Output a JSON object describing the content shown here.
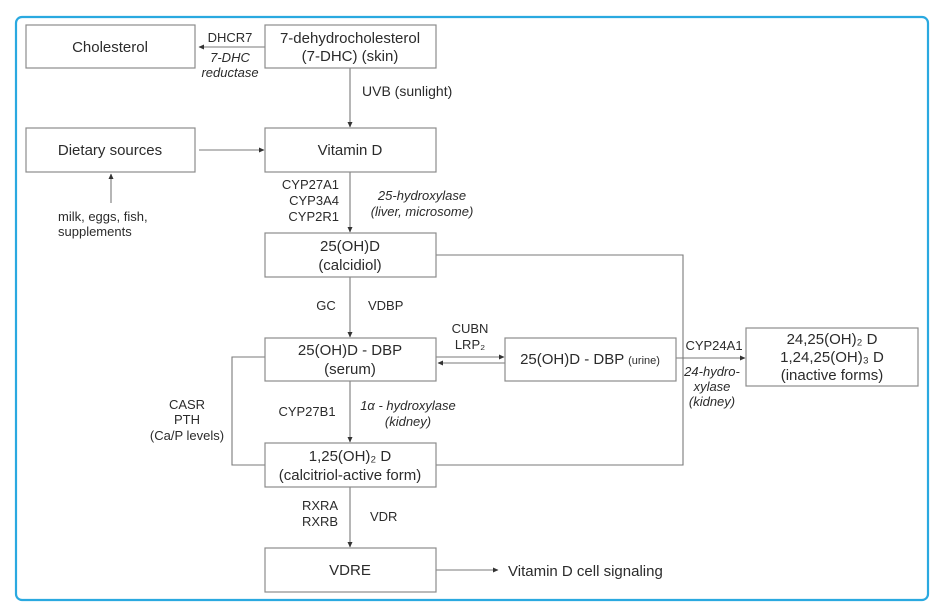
{
  "colors": {
    "frame": "#2aa9e0",
    "box_stroke": "#8c8c8c",
    "line": "#7a7a7a",
    "text": "#2b2b2b"
  },
  "nodes": {
    "cholesterol": {
      "lines": [
        "Cholesterol"
      ]
    },
    "dhc": {
      "lines": [
        "7-dehydrocholesterol",
        "(7-DHC) (skin)"
      ]
    },
    "dietary": {
      "lines": [
        "Dietary sources"
      ]
    },
    "vitamin_d": {
      "lines": [
        "Vitamin D"
      ]
    },
    "calcidiol": {
      "lines": [
        "25(OH)D",
        "(calcidiol)"
      ]
    },
    "serum": {
      "lines": [
        "25(OH)D - DBP",
        "(serum)"
      ]
    },
    "urine": {
      "main": "25(OH)D - DBP ",
      "small": "(urine)"
    },
    "inactive": {
      "lines": [
        "24,25(OH)₂ D",
        "1,24,25(OH)₃ D",
        "(inactive forms)"
      ]
    },
    "calcitriol": {
      "lines": [
        "1,25(OH)₂ D",
        "(calcitriol-active form)"
      ]
    },
    "vdre": {
      "lines": [
        "VDRE"
      ]
    },
    "signaling": {
      "lines": [
        "Vitamin D cell signaling"
      ]
    }
  },
  "labels": {
    "dhcr7": "DHCR7",
    "dhc_reductase": [
      "7-DHC",
      "reductase"
    ],
    "uvb": "UVB (sunlight)",
    "food_sources": [
      "milk, eggs, fish,",
      "supplements"
    ],
    "cyp_genes": [
      "CYP27A1",
      "CYP3A4",
      "CYP2R1"
    ],
    "hydroxylase25": [
      "25-hydroxylase",
      "(liver, microsome)"
    ],
    "gc": "GC",
    "vdbp": "VDBP",
    "cubn_lrp": [
      "CUBN",
      "LRP₂"
    ],
    "cyp24a1": "CYP24A1",
    "hydroxylase24": [
      "24-hydro-",
      "xylase",
      "(kidney)"
    ],
    "regulators": [
      "CASR",
      "PTH",
      "(Ca/P levels)"
    ],
    "cyp27b1": "CYP27B1",
    "hydroxylase1a": [
      "1α - hydroxylase",
      "(kidney)"
    ],
    "rxr": [
      "RXRA",
      "RXRB"
    ],
    "vdr": "VDR"
  }
}
